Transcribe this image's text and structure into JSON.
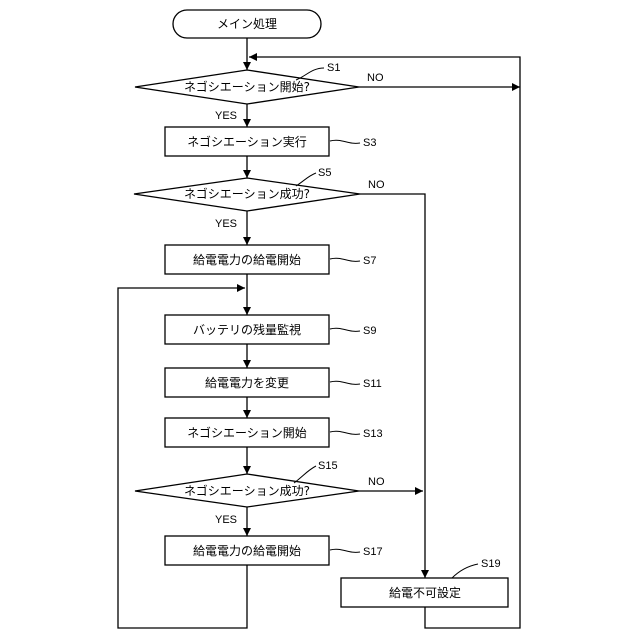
{
  "start": "メイン処理",
  "steps": {
    "s1": {
      "text": "ネゴシエーション開始?",
      "ref": "S1"
    },
    "s3": {
      "text": "ネゴシエーション実行",
      "ref": "S3"
    },
    "s5": {
      "text": "ネゴシエーション成功?",
      "ref": "S5"
    },
    "s7": {
      "text": "給電電力の給電開始",
      "ref": "S7"
    },
    "s9": {
      "text": "バッテリの残量監視",
      "ref": "S9"
    },
    "s11": {
      "text": "給電電力を変更",
      "ref": "S11"
    },
    "s13": {
      "text": "ネゴシエーション開始",
      "ref": "S13"
    },
    "s15": {
      "text": "ネゴシエーション成功?",
      "ref": "S15"
    },
    "s17": {
      "text": "給電電力の給電開始",
      "ref": "S17"
    },
    "s19": {
      "text": "給電不可設定",
      "ref": "S19"
    }
  },
  "labels": {
    "yes": "YES",
    "no": "NO"
  }
}
